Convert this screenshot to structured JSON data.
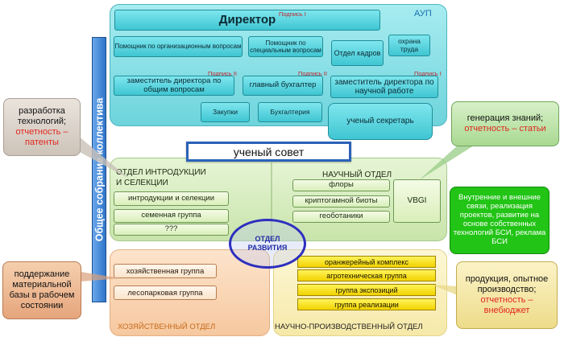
{
  "vertical_bar": "Общее собрание коллектива",
  "aup": {
    "label": "АУП",
    "director": "Директор",
    "director_sig": "Подпись I",
    "boxes_row1": [
      "Помощник по организационным вопросам",
      "Помощник по специальным вопросам",
      "Отдел кадров",
      "охрана труда"
    ],
    "deputies": [
      {
        "label": "заместитель директора по общим вопросам",
        "sig": "Подпись II"
      },
      {
        "label": "главный бухгалтер",
        "sig": "Подпись II"
      },
      {
        "label": "заместитель директора по научной работе",
        "sig": "Подпись I"
      }
    ],
    "purchases": "Закупки",
    "accounting": "Бухгалтерия",
    "secretary": "ученый секретарь"
  },
  "council": "ученый совет",
  "intro_dept": {
    "title": "ОТДЕЛ ИНТРОДУКЦИИ И СЕЛЕКЦИИ",
    "items": [
      "интродукции и селекции",
      "семенная группа",
      "???"
    ]
  },
  "science_dept": {
    "title": "НАУЧНЫЙ ОТДЕЛ",
    "items": [
      "флоры",
      "криптогамной биоты",
      "геоботаники"
    ],
    "vbgi": "VBGI"
  },
  "dev_dept": "ОТДЕЛ РАЗВИТИЯ",
  "econ_dept": {
    "title": "ХОЗЯЙСТВЕННЫЙ ОТДЕЛ",
    "items": [
      "хозяйственная группа",
      "лесопарковая группа"
    ]
  },
  "prod_dept": {
    "title": "НАУЧНО-ПРОИЗВОДСТВЕННЫЙ ОТДЕЛ",
    "items": [
      "оранжерейный комплекс",
      "агротехническая группа",
      "группа экспозиций",
      "группа реализации"
    ]
  },
  "callouts": {
    "tech": {
      "line1": "разработка технологий;",
      "line2": "отчетность – патенты"
    },
    "knowledge": {
      "line1": "генерация знаний;",
      "line2": "отчетность – статьи"
    },
    "links": "Внутренние и внешние связи, реализация проектов, развитие на основе собственных технологий БСИ, реклама БСИ",
    "material": "поддержание материальной базы в рабочем состоянии",
    "products": {
      "line1": "продукция, опытное производство;",
      "line2": "отчетность – внебюджет"
    }
  },
  "colors": {
    "aup_panel": "#8fe4ea",
    "green_panel": "#d6edc0",
    "peach_panel": "#fbd8b6",
    "yellow_panel": "#fbf4c8",
    "bar": "#3f86d8",
    "dev_ellipse": "#2d2fbf",
    "accent_red": "#e0261f"
  }
}
